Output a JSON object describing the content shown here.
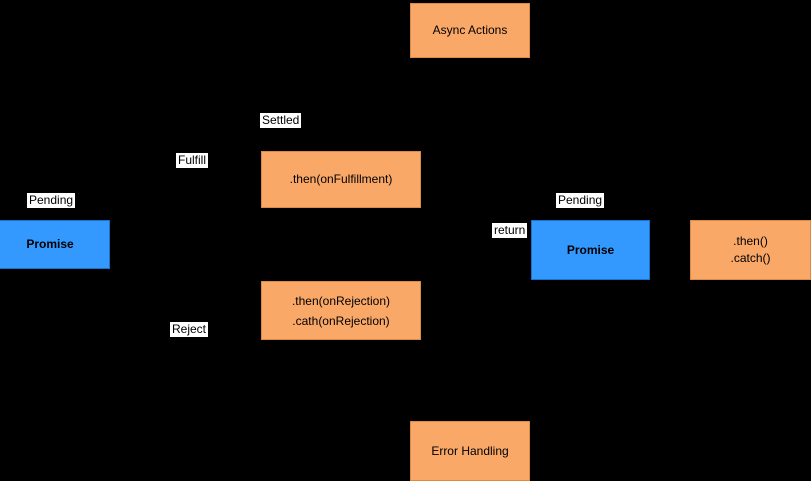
{
  "diagram": {
    "background_color": "#000000",
    "colors": {
      "orange_fill": "#F9A868",
      "orange_stroke": "#DB8C42",
      "blue_fill": "#3399FF",
      "blue_stroke": "#1873CC",
      "edge_label_bg": "#FFFFFF",
      "text": "#000000"
    },
    "nodes": {
      "async_actions": {
        "label": "Async Actions"
      },
      "then_fulfill": {
        "label": ".then(onFulfillment)"
      },
      "promise_left": {
        "label": "Promise"
      },
      "then_reject": {
        "line1": ".then(onRejection)",
        "line2": ".cath(onRejection)"
      },
      "promise_right": {
        "label": "Promise"
      },
      "then_catch": {
        "line1": ".then()",
        "line2": ".catch()"
      },
      "error_handling": {
        "label": "Error Handling"
      }
    },
    "edge_labels": {
      "pending_left": "Pending",
      "fulfill": "Fulfill",
      "settled": "Settled",
      "reject": "Reject",
      "return_label": "return",
      "pending_right": "Pending"
    }
  }
}
